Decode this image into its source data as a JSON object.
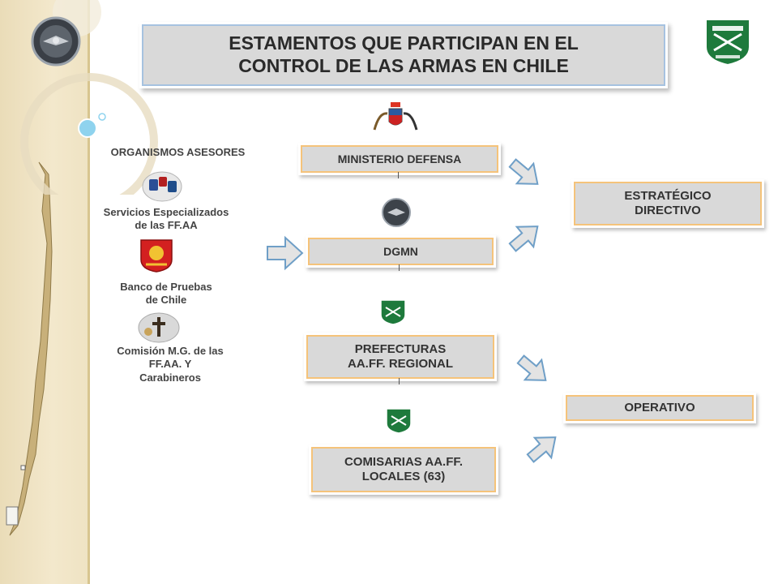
{
  "title": "ESTAMENTOS QUE PARTICIPAN  EN EL\nCONTROL DE LAS ARMAS EN CHILE",
  "advisory": {
    "heading": "ORGANISMOS ASESORES",
    "items": [
      {
        "label": "Servicios Especializados\nde las FF.AA"
      },
      {
        "label": "Banco de Pruebas\nde Chile"
      },
      {
        "label": "Comisión M.G.  de las\nFF.AA.  Y\nCarabineros"
      }
    ]
  },
  "levels": [
    {
      "label": "MINISTERIO DEFENSA"
    },
    {
      "label": "DGMN"
    },
    {
      "label": "PREFECTURAS\nAA.FF. REGIONAL"
    },
    {
      "label": "COMISARIAS AA.FF.\nLOCALES (63)"
    }
  ],
  "categories": [
    {
      "label": "ESTRATÉGICO\nDIRECTIVO"
    },
    {
      "label": "OPERATIVO"
    }
  ],
  "colors": {
    "box_fill": "#d9d9d9",
    "box_border": "#f5c37a",
    "title_border": "#a6c2e0",
    "arrow_fill": "#e3e3e3",
    "arrow_stroke": "#6f9fc7",
    "carabineros_green": "#1e7a3c"
  },
  "icons": {
    "top_right": "carabineros-shield-icon",
    "top_left": "dgmn-emblem-icon",
    "ministry": "chile-coat-of-arms-icon"
  }
}
